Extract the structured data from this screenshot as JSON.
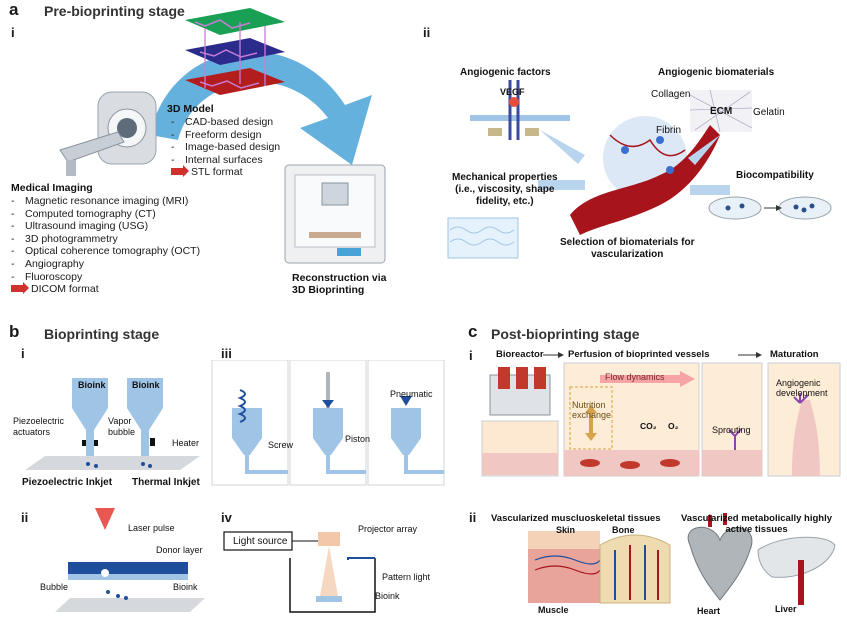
{
  "panel_a": {
    "letter": "a",
    "title": "Pre-bioprinting stage",
    "sub_i": "i",
    "sub_ii": "ii",
    "model_title": "3D Model",
    "model_items": [
      "CAD-based design",
      "Freeform design",
      "Image-based design",
      "Internal surfaces"
    ],
    "model_format": "STL format",
    "imaging_title": "Medical Imaging",
    "imaging_items": [
      "Magnetic resonance imaging (MRI)",
      "Computed tomography (CT)",
      "Ultrasound imaging (USG)",
      "3D photogrammetry",
      "Optical coherence tomography (OCT)",
      "Angiography",
      "Fluoroscopy"
    ],
    "imaging_format": "DICOM format",
    "reconstruction": [
      "Reconstruction via",
      "3D Bioprinting"
    ],
    "angiogenic_factors": "Angiogenic factors",
    "vegf": "VEGF",
    "angiogenic_biomaterials": "Angiogenic biomaterials",
    "collagen": "Collagen",
    "ecm": "ECM",
    "gelatin": "Gelatin",
    "fibrin": "Fibrin",
    "mechanical": [
      "Mechanical properties",
      "(i.e., viscosity, shape",
      "fidelity, etc.)"
    ],
    "biocompat": "Biocompatibility",
    "selection": [
      "Selection of biomaterials for",
      "vascularization"
    ]
  },
  "panel_b": {
    "letter": "b",
    "title": "Bioprinting stage",
    "sub_i": "i",
    "sub_ii": "ii",
    "sub_iii": "iii",
    "sub_iv": "iv",
    "bioink": "Bioink",
    "piezo_actuators": [
      "Piezoelectric",
      "actuators"
    ],
    "vapor_bubble": [
      "Vapor",
      "bubble"
    ],
    "heater": "Heater",
    "piezo_inkjet": "Piezoelectric Inkjet",
    "thermal_inkjet": "Thermal Inkjet",
    "screw": "Screw",
    "piston": "Piston",
    "pneumatic": "Pneumatic",
    "laser_pulse": "Laser pulse",
    "donor_layer": "Donor layer",
    "bubble": "Bubble",
    "light_source": "Light source",
    "projector_array": "Projector array",
    "pattern_light": "Pattern light"
  },
  "panel_c": {
    "letter": "c",
    "title": "Post-bioprinting stage",
    "sub_i": "i",
    "sub_ii": "ii",
    "bioreactor": "Bioreactor",
    "perfusion": "Perfusion of bioprinted vessels",
    "maturation": "Maturation",
    "flow": "Flow dynamics",
    "nutrition": [
      "Nutrition",
      "exchange"
    ],
    "co2": "CO₂",
    "o2": "O₂",
    "sprouting": "Sprouting",
    "angiogenic_dev": [
      "Angiogenic",
      "development"
    ],
    "msk_title": "Vascularized muscluoskeletal tissues",
    "skin": "Skin",
    "bone": "Bone",
    "muscle": "Muscle",
    "metab_title": [
      "Vascularized metabolically highly",
      "active tissues"
    ],
    "heart": "Heart",
    "liver": "Liver"
  }
}
